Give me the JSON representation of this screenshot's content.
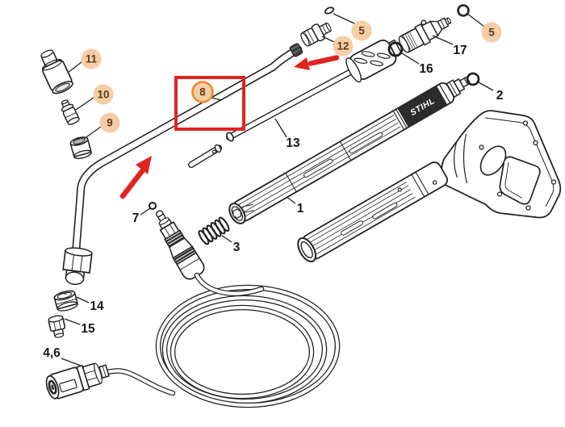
{
  "callouts": {
    "badge_11": "11",
    "badge_10": "10",
    "badge_9": "9",
    "badge_8": "8",
    "badge_5_left": "5",
    "badge_12": "12",
    "badge_5_right": "5",
    "label_17": "17",
    "label_16": "16",
    "label_2": "2",
    "label_13": "13",
    "label_1": "1",
    "label_7": "7",
    "label_3": "3",
    "label_14": "14",
    "label_15": "15",
    "label_4_6": "4,6"
  },
  "lance_brand_logo": "STIHL",
  "colors": {
    "background": "#ffffff",
    "line_art": "#222222",
    "callout_badge_fill": "#f6cda6",
    "callout_badge_text": "#5d3a18",
    "badge_8_highlight_ring": "#ee8a2f",
    "annotation_red": "#e22420"
  }
}
